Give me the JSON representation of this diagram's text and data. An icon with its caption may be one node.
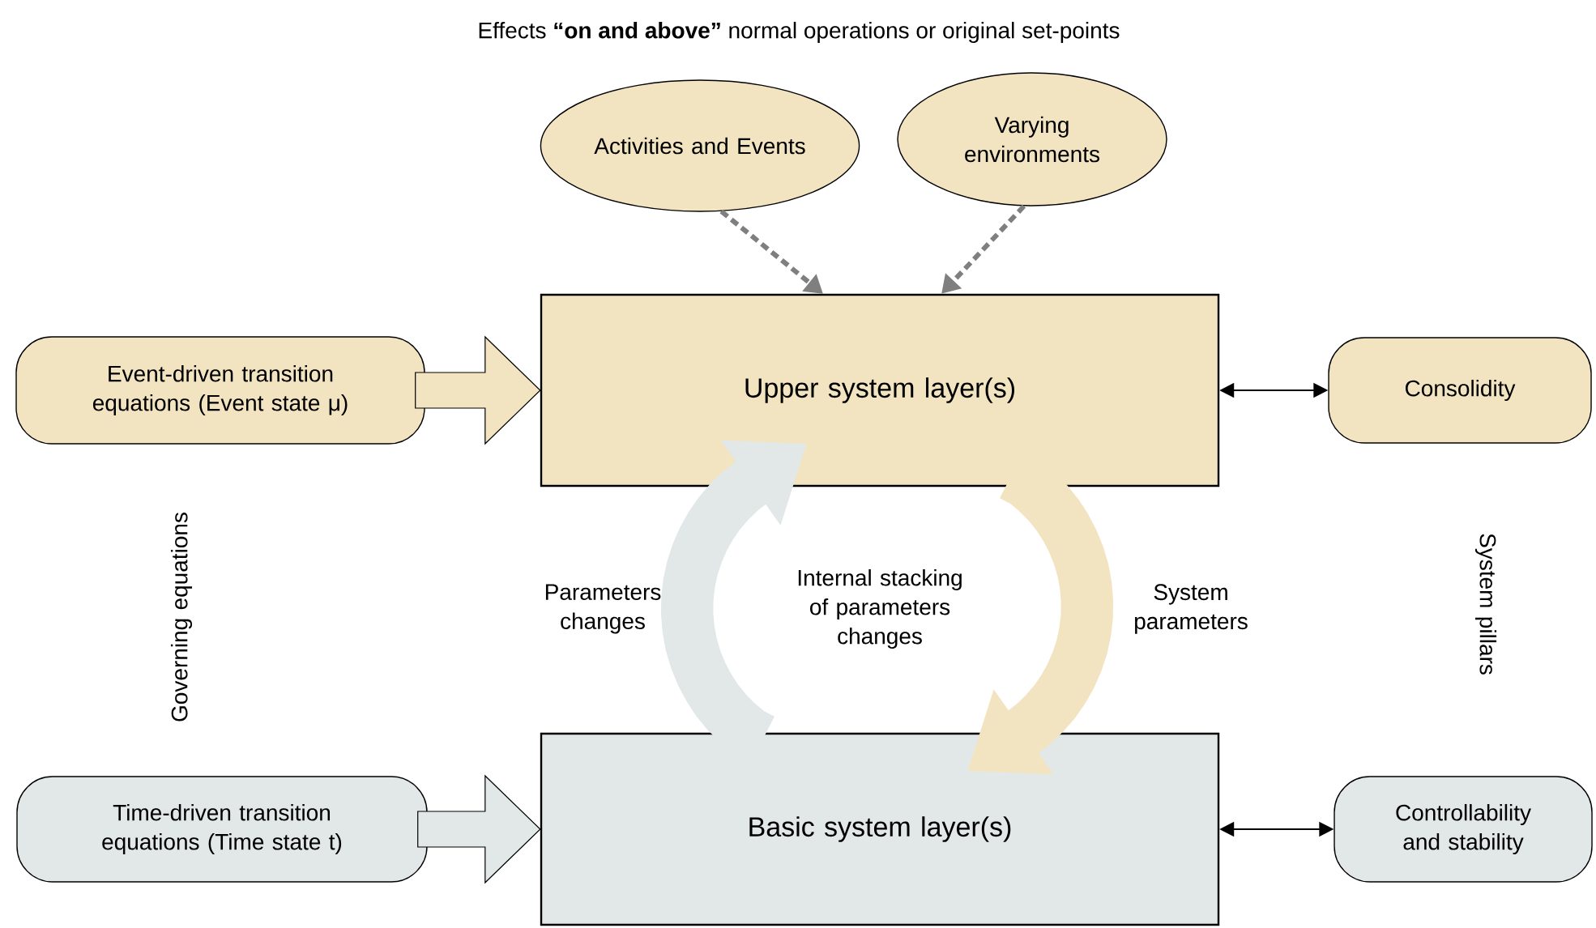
{
  "diagram": {
    "title": "Effects **“on and above”** normal operations or original set-points",
    "nodes": [
      {
        "text": [
          "Activities and Events"
        ]
      },
      {
        "text": [
          "Varying environments"
        ]
      },
      {
        "text": [
          "Event-driven transition equations (Event state μ)"
        ]
      },
      {
        "text": [
          "Upper system layer(s)"
        ]
      },
      {
        "text": [
          "Consolidity"
        ]
      },
      {
        "text": [
          "Time-driven transition equations (Time state t)"
        ]
      },
      {
        "text": [
          "Basic system layer(s)"
        ]
      },
      {
        "text": [
          "Controllability and stability"
        ]
      }
    ],
    "edges": [
      {
        "from": 0,
        "to": 3,
        "arrow": "to",
        "style": "dashed",
        "color": "#7f7f7f"
      },
      {
        "from": 1,
        "to": 3,
        "arrow": "to",
        "style": "dashed",
        "color": "#7f7f7f"
      },
      {
        "from": 2,
        "to": 3,
        "arrow": "to",
        "style": "thick",
        "color": "#f3e4c1"
      },
      {
        "from": 3,
        "to": 4,
        "arrow": "both",
        "color": "#000000"
      },
      {
        "from": 6,
        "to": 3,
        "arrow": "to",
        "style": "thick",
        "color": "#e1e8e7",
        "label": "Parameters changes"
      },
      {
        "from": 3,
        "to": 6,
        "arrow": "to",
        "style": "thick",
        "color": "#f3e4c1",
        "label": "System parameters"
      },
      {
        "from": 5,
        "to": 6,
        "arrow": "to",
        "style": "thick",
        "color": "#e1e8e7"
      },
      {
        "from": 6,
        "to": 7,
        "arrow": "both",
        "color": "#000000"
      }
    ],
    "labels": [
      "Governing equations",
      "Internal stacking of parameters changes",
      "System pillars"
    ]
  }
}
